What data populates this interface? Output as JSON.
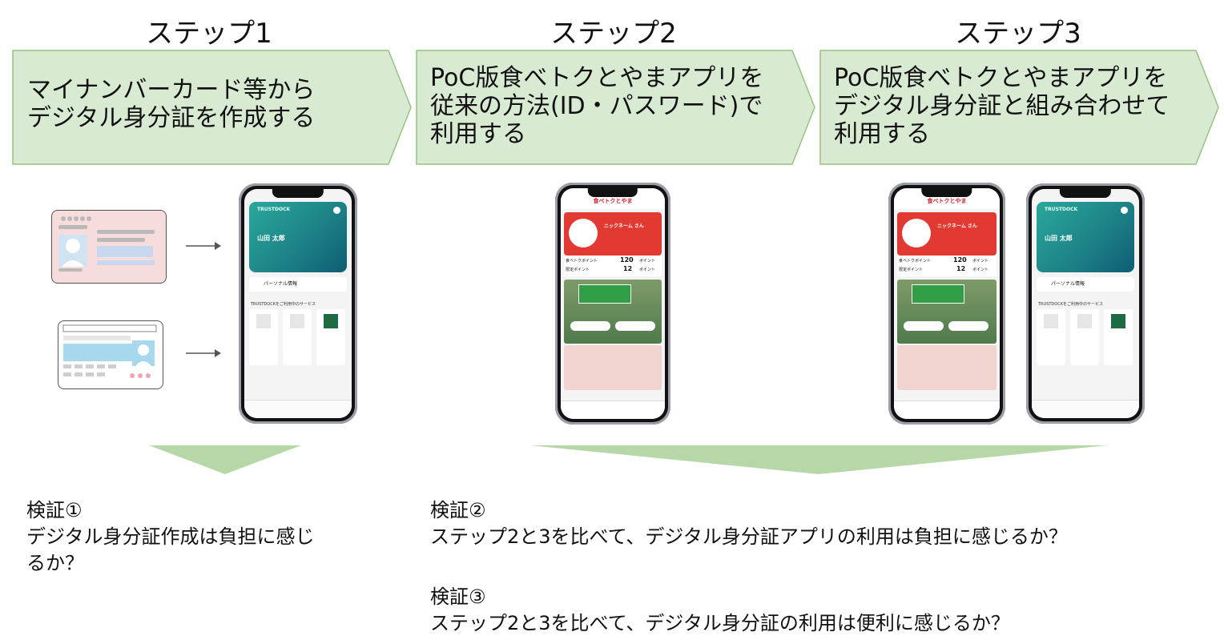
{
  "steps": [
    {
      "title": "ステップ1",
      "text": "マイナンバーカード等から\nデジタル身分証を作成する"
    },
    {
      "title": "ステップ2",
      "text": "PoC版食べトクとやまアプリを\n従来の方法(ID・パスワード)で\n利用する"
    },
    {
      "title": "ステップ3",
      "text": "PoC版食べトクとやまアプリを\nデジタル身分証と組み合わせて\n利用する"
    }
  ],
  "colors": {
    "chevron_fill": "#d9ead3",
    "chevron_stroke": "#93c47d",
    "arrow_fill": "#b6d7a8"
  },
  "trustdock_screen": {
    "brand": "TRUSTDOCK",
    "name": "山田 太郎",
    "personal_info": "パーソナル情報",
    "services_heading": "TRUSTDOCKをご利用中のサービス"
  },
  "shokubetoku_screen": {
    "header": "食べトクとやま",
    "nickname": "ニックネーム さん",
    "point_row1_label": "食べトクポイント",
    "point_row1_value": "120",
    "point_row2_label": "限定ポイント",
    "point_row2_value": "12",
    "point_unit": "ポイント"
  },
  "verifications": [
    {
      "heading": "検証①",
      "text": "デジタル身分証作成は負担に感じ\nるか？"
    },
    {
      "heading": "検証②",
      "text": "ステップ2と3を比べて、デジタル身分証アプリの利用は負担に感じるか？"
    },
    {
      "heading": "検証③",
      "text": "ステップ2と3を比べて、デジタル身分証の利用は便利に感じるか？"
    }
  ]
}
